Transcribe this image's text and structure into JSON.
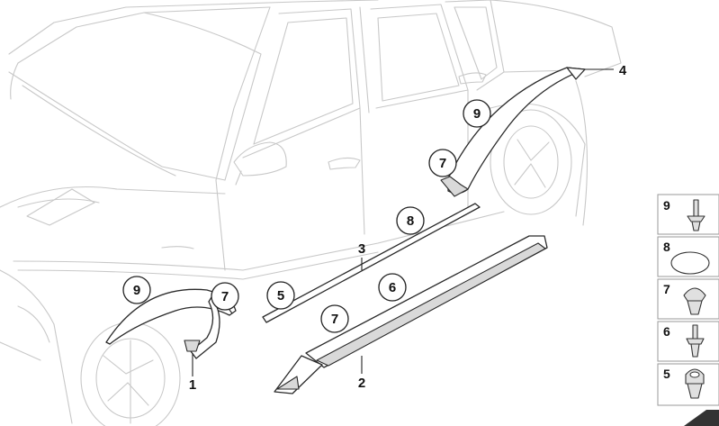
{
  "callouts": [
    {
      "id": "c9a",
      "label": "9"
    },
    {
      "id": "c7a",
      "label": "7"
    },
    {
      "id": "c4",
      "label": "4"
    },
    {
      "id": "c8",
      "label": "8"
    },
    {
      "id": "c3",
      "label": "3"
    },
    {
      "id": "c5",
      "label": "5"
    },
    {
      "id": "c6",
      "label": "6"
    },
    {
      "id": "c7b",
      "label": "7"
    },
    {
      "id": "c9b",
      "label": "9"
    },
    {
      "id": "c7c",
      "label": "7"
    },
    {
      "id": "c1",
      "label": "1"
    },
    {
      "id": "c2",
      "label": "2"
    }
  ],
  "legend": [
    {
      "label": "9",
      "icon": "push-rivet-icon"
    },
    {
      "label": "8",
      "icon": "round-cap-icon"
    },
    {
      "label": "7",
      "icon": "expansion-clip-icon"
    },
    {
      "label": "6",
      "icon": "expansion-rivet-icon"
    },
    {
      "label": "5",
      "icon": "clip-nut-icon"
    }
  ],
  "colors": {
    "line": "#222222",
    "car": "#c8c8c8",
    "part_fill": "#ffffff",
    "shade": "#d9d9d9"
  }
}
